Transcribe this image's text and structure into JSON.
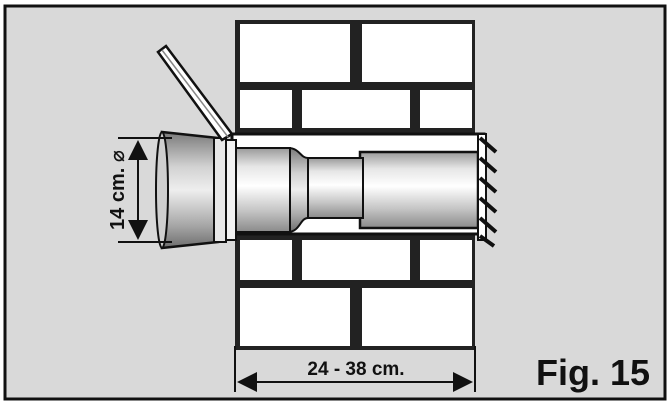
{
  "figure": {
    "label": "Fig. 15"
  },
  "dimensions": {
    "diameter_label": "14 cm. ⌀",
    "wall_thickness_label": "24 - 38 cm."
  },
  "colors": {
    "background": "#d9d9d9",
    "wall_block": "#ffffff",
    "mortar": "#222222",
    "outline": "#111111"
  }
}
